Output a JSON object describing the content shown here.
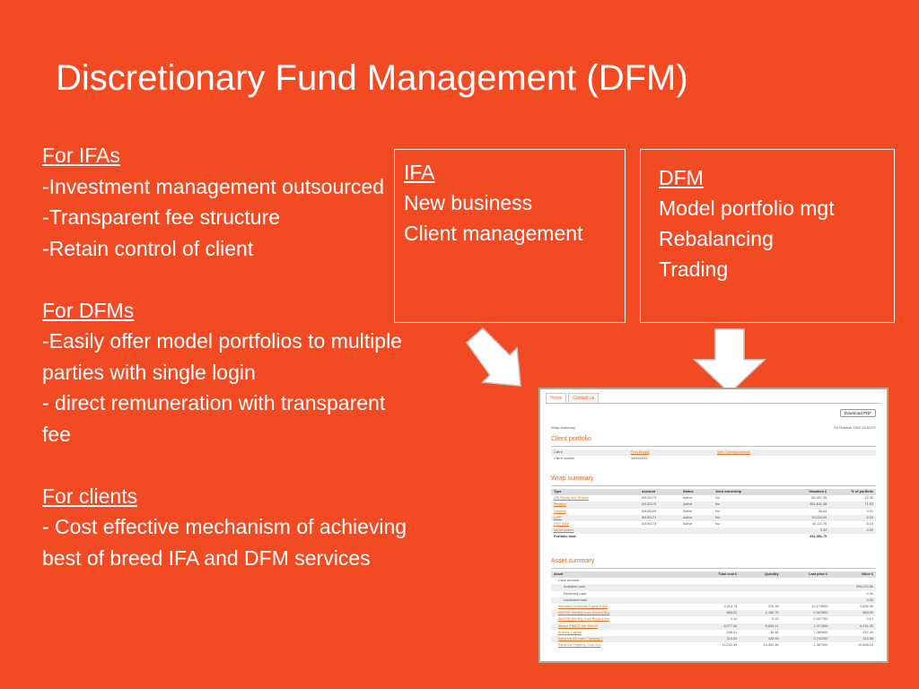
{
  "slide": {
    "title": "Discretionary Fund Management (DFM)",
    "left_sections": [
      {
        "heading": "For IFAs",
        "lines": [
          "-Investment management outsourced",
          "-Transparent fee structure",
          "-Retain control of client"
        ]
      },
      {
        "heading": "For DFMs",
        "lines": [
          "-Easily offer model portfolios to multiple parties with single login",
          "- direct remuneration with transparent fee"
        ]
      },
      {
        "heading": "For clients",
        "lines": [
          "- Cost effective mechanism of achieving best of breed IFA and DFM services"
        ]
      }
    ],
    "ifa_box": {
      "heading": "IFA",
      "lines": [
        "New business",
        "Client management"
      ]
    },
    "dfm_box": {
      "heading": "DFM",
      "lines": [
        "Model portfolio mgt",
        "Rebalancing",
        "Trading"
      ]
    }
  },
  "screenshot": {
    "tabs": [
      "Home",
      "Contact us"
    ],
    "download_label": "Download PDF",
    "breadcrumb": "Wrap summary",
    "timestamp": "04 October 2012 16:02:07",
    "client_portfolio": {
      "title": "Client portfolio",
      "rows": [
        {
          "label": "Client",
          "value": "Fred Bloggs",
          "link": "View Correspondence"
        },
        {
          "label": "Client number",
          "value": "100000201",
          "link": ""
        }
      ]
    },
    "wrap_summary": {
      "title": "Wrap summary",
      "headers": [
        "Type",
        "Account",
        "Status",
        "Joint ownership",
        "Valuation £",
        "% of portfolio"
      ],
      "rows": [
        [
          "ISA Stocks and Shares",
          "W100173",
          "Active",
          "No",
          "60,497.39",
          "12.35"
        ],
        [
          "Pension",
          "W100170",
          "Active",
          "No",
          "351,641.36",
          "71.53"
        ],
        [
          "General",
          "W100169",
          "Active",
          "No",
          "36.64",
          "0.01"
        ],
        [
          "SIPP",
          "W100171",
          "Active",
          "No",
          "39,334.59",
          "8.00"
        ],
        [
          "PEP ISA3",
          "W100172",
          "Active",
          "No",
          "40,111.76",
          "8.16"
        ],
        [
          "Media assets",
          "",
          "",
          "",
          "0.00",
          "0.00"
        ]
      ],
      "total": [
        "Portfolio total",
        "",
        "",
        "",
        "491,591.75",
        ""
      ]
    },
    "asset_summary": {
      "title": "Asset summary",
      "headers": [
        "Asset",
        "Total cost £",
        "Quantity",
        "Last price £",
        "Value £"
      ],
      "cash_rows": [
        {
          "label": "Cash account",
          "value": "",
          "indent": 0
        },
        {
          "label": "Available cash",
          "value": "299,070.56",
          "indent": 1
        },
        {
          "label": "Reserved cash",
          "value": "0.00",
          "indent": 1
        },
        {
          "label": "Uncleared cash",
          "value": "0.00",
          "indent": 1
        }
      ],
      "rows": [
        [
          "Aberdeen American Equity A Acc",
          "2,214.74",
          "376.38",
          "10.174900",
          "3,830.05"
        ],
        [
          "AEGON Sterling Core Bond A Acc",
          "650.22",
          "1,192.70",
          "0.547500",
          "653.00"
        ],
        [
          "AEGON Sterling Core Bond A Acc",
          "0.12",
          "0.20",
          "0.537750",
          "0.12"
        ],
        [
          "Allianz PIMCO UK Yield B",
          "8,277.66",
          "5,840.41",
          "1.471500",
          "8,741.35"
        ],
        [
          "Artemis Capital",
          "248.01",
          "36.46",
          "7.280900",
          "257.49"
        ],
        [
          "Aviva Inv All Index Tracking 1",
          "315.00",
          "428.90",
          "0.742200",
          "319.38"
        ],
        [
          "Aviva Inv Property Trust Acc",
          "19,242.39",
          "14,392.45",
          "1.367900",
          "19,608.15"
        ]
      ]
    }
  }
}
